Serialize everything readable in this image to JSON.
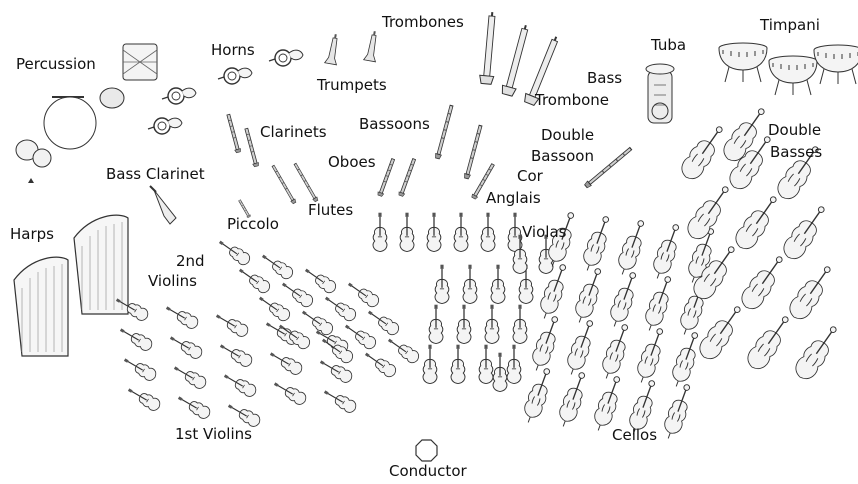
{
  "labels": {
    "percussion": "Percussion",
    "horns": "Horns",
    "trumpets": "Trumpets",
    "trombones": "Trombones",
    "tuba": "Tuba",
    "timpani": "Timpani",
    "bass_trombone_1": "Bass",
    "bass_trombone_2": "Trombone",
    "clarinets": "Clarinets",
    "bassoons": "Bassoons",
    "oboes": "Oboes",
    "double_bassoon_1": "Double",
    "double_bassoon_2": "Bassoon",
    "double_basses_1": "Double",
    "double_basses_2": "Basses",
    "bass_clarinet": "Bass Clarinet",
    "cor_anglais_1": "Cor",
    "cor_anglais_2": "Anglais",
    "flutes": "Flutes",
    "piccolo": "Piccolo",
    "harps": "Harps",
    "second_violins_1": "2nd",
    "second_violins_2": "Violins",
    "violas": "Violas",
    "first_violins": "1st Violins",
    "cellos": "Cellos",
    "conductor": "Conductor"
  },
  "colors": {
    "ink": "#333333",
    "instrument_fill": "#f4f4f4",
    "wood": "#bdbdbd",
    "background": "#ffffff"
  },
  "icons": [
    "harp-icon",
    "violin-icon",
    "cello-icon",
    "double-bass-icon",
    "timpani-icon",
    "tuba-icon",
    "trombone-icon",
    "horn-icon",
    "drum-icon",
    "gong-icon",
    "cymbal-icon",
    "woodwind-icon",
    "conductor-octagon-icon"
  ]
}
